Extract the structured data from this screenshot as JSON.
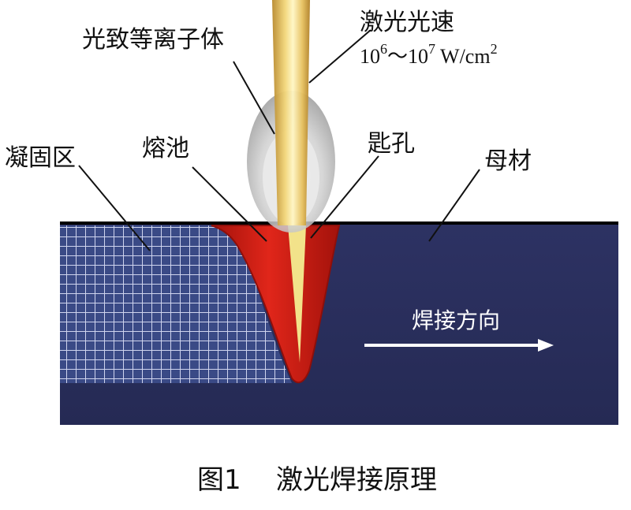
{
  "diagram": {
    "labels": {
      "plasma": "光致等离子体",
      "laser_beam": "激光光速",
      "power_density_base1": "10",
      "power_density_exp1": "6",
      "power_density_sep": "～10",
      "power_density_exp2": "7",
      "power_density_unit": " W/cm",
      "power_density_unit_exp": "2",
      "solidified_zone": "凝固区",
      "molten_pool": "熔池",
      "keyhole": "匙孔",
      "base_metal": "母材",
      "welding_direction": "焊接方向"
    },
    "caption": {
      "figure_no": "图1",
      "title": "激光焊接原理"
    },
    "colors": {
      "base_metal": "#2a2f5c",
      "base_metal_dark": "#1f2348",
      "solidified_grid": "#cfd4ee",
      "molten_pool": "#c21b12",
      "molten_pool_edge": "#8e0f0a",
      "laser_beam": "#e9c96a",
      "laser_core": "#fff3b0",
      "plasma": "#bdbdbd",
      "arrow": "#ffffff"
    }
  }
}
